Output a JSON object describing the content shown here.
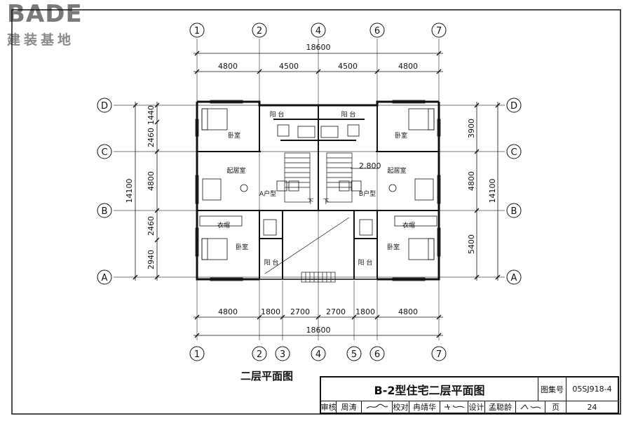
{
  "logo": {
    "brand": "BADE",
    "brand_cn": "建装基地"
  },
  "grid": {
    "top_columns": [
      "1",
      "2",
      "4",
      "6",
      "7"
    ],
    "bottom_columns": [
      "1",
      "2",
      "3",
      "4",
      "5",
      "6",
      "7"
    ],
    "rows": [
      "D",
      "C",
      "B",
      "A"
    ]
  },
  "dimensions": {
    "top_total": "18600",
    "top_segments": [
      "4800",
      "4500",
      "4500",
      "4800"
    ],
    "bottom_segments": [
      "4800",
      "1800",
      "2700",
      "2700",
      "1800",
      "4800"
    ],
    "bottom_total": "18600",
    "left_segments": [
      "1440",
      "2460",
      "4800",
      "2460",
      "2940"
    ],
    "left_total": "14100",
    "right_segments": [
      "3900",
      "4800",
      "5400"
    ],
    "right_total": "14100"
  },
  "rooms": {
    "balcony": "阳 台",
    "bedroom": "卧室",
    "living": "起居室",
    "closet": "衣帽",
    "unit_a": "A户型",
    "unit_b": "B户型",
    "down": "下",
    "elevation": "2.800"
  },
  "plan_title": "二层平面图",
  "title_block": {
    "title": "B-2型住宅二层平面图",
    "atlas_label": "图集号",
    "atlas_value": "05SJ918-4",
    "review_label": "审核",
    "reviewer": "周涛",
    "check_label": "校对",
    "checker": "冉靖华",
    "design_label": "设计",
    "designer": "孟聪龄",
    "page_label": "页",
    "page_value": "24"
  }
}
